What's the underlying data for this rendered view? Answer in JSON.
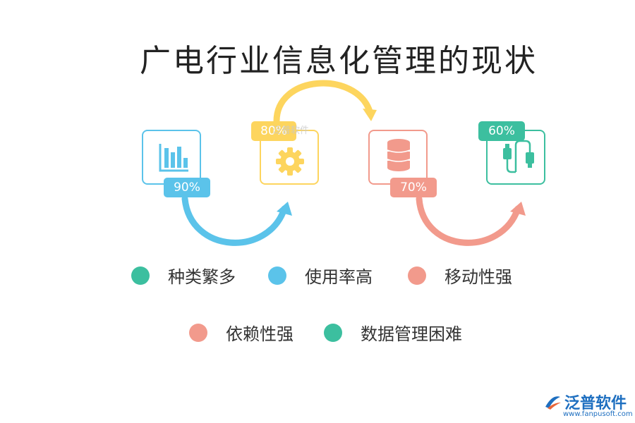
{
  "title": "广电行业信息化管理的现状",
  "colors": {
    "blue": "#5bc3ea",
    "yellow": "#fdd55e",
    "salmon": "#f29a8c",
    "green": "#3cbf9f"
  },
  "steps": [
    {
      "icon": "bar-chart-icon",
      "percent": "90%",
      "color": "#5bc3ea"
    },
    {
      "icon": "gear-icon",
      "percent": "80%",
      "color": "#fdd55e"
    },
    {
      "icon": "database-icon",
      "percent": "70%",
      "color": "#f29a8c"
    },
    {
      "icon": "usb-cable-icon",
      "percent": "60%",
      "color": "#3cbf9f"
    }
  ],
  "legend": [
    {
      "label": "种类繁多",
      "color": "#3cbf9f"
    },
    {
      "label": "使用率高",
      "color": "#5bc3ea"
    },
    {
      "label": "移动性强",
      "color": "#f29a8c"
    },
    {
      "label": "依赖性强",
      "color": "#f29a8c"
    },
    {
      "label": "数据管理困难",
      "color": "#3cbf9f"
    }
  ],
  "watermark": "泛普软件",
  "logo": {
    "name": "泛普软件",
    "url": "www.fanpusoft.com"
  }
}
